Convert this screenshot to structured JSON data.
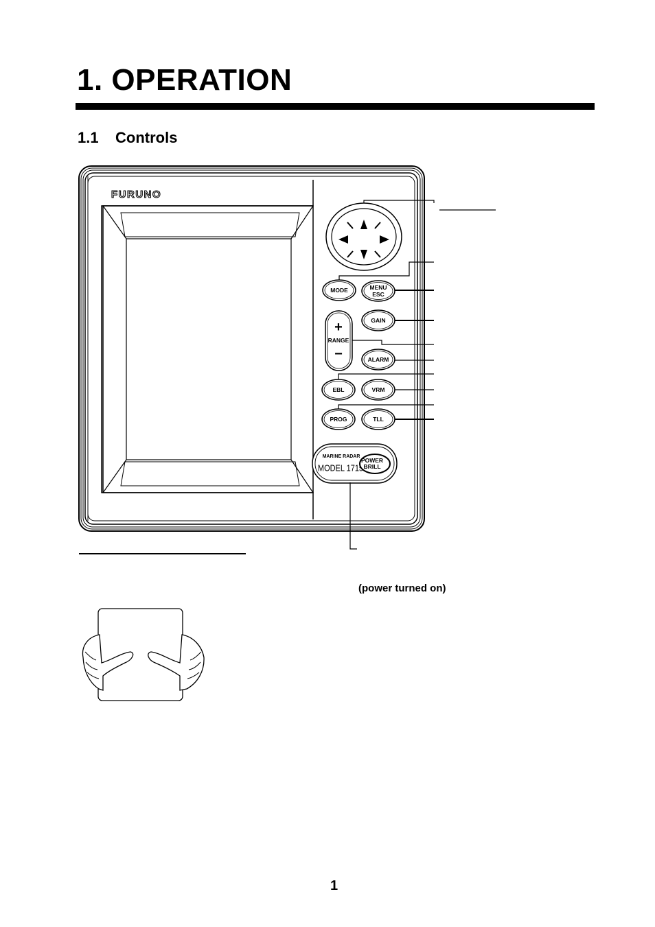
{
  "header": {
    "chapter_title": "1.  OPERATION",
    "section_number": "1.1",
    "section_title": "Controls"
  },
  "panel": {
    "brand_logo": "FURUNO",
    "buttons": {
      "mode": "MODE",
      "menu_line1": "MENU",
      "menu_line2": "ESC",
      "gain": "GAIN",
      "range_plus": "+",
      "range": "RANGE",
      "range_minus": "−",
      "alarm": "ALARM",
      "ebl": "EBL",
      "vrm": "VRM",
      "prog": "PROG",
      "tll": "TLL",
      "power_line1": "POWER",
      "power_line2": "BRILL"
    },
    "model_line1": "MARINE RADAR",
    "model_line2": "MODEL 1715",
    "icons": [
      "arrow-up-icon",
      "arrow-down-icon",
      "arrow-left-icon",
      "arrow-right-icon",
      "diagonal-arrow-icons"
    ]
  },
  "note": "(power turned on)",
  "page_number": "1"
}
